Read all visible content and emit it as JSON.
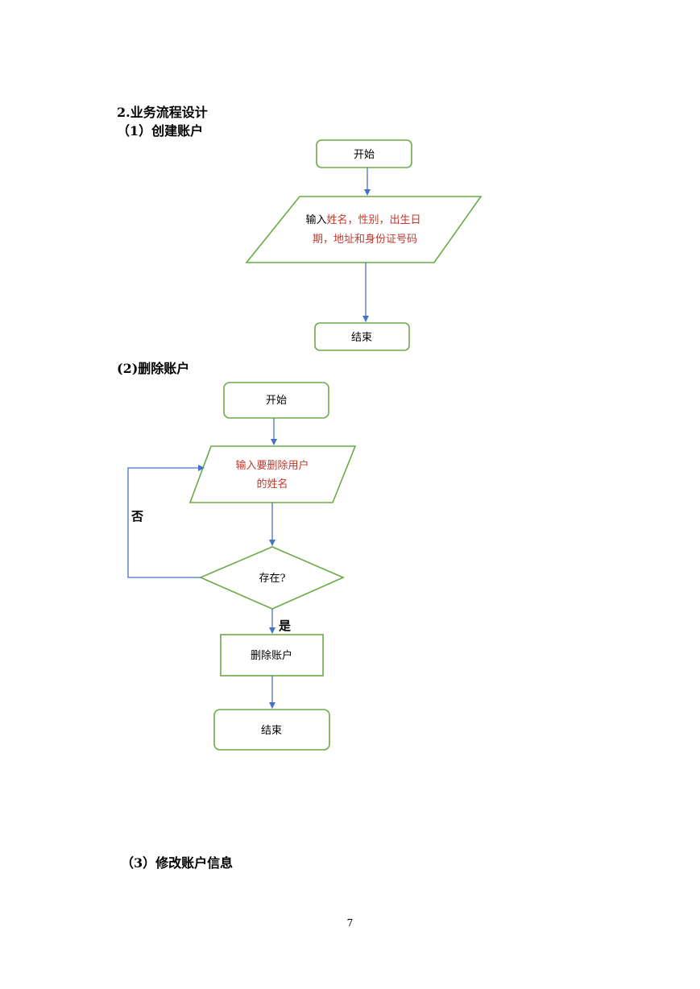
{
  "headings": {
    "section": "2.业务流程设计",
    "sub1": "（1）创建账户",
    "sub2": "(2)删除账户",
    "sub3": "（3）修改账户信息"
  },
  "flow1": {
    "start": "开始",
    "input_prefix": "输入",
    "input_line1_rest": "姓名，性别，出生日",
    "input_line2": "期，地址和身份证号码",
    "end": "结束"
  },
  "flow2": {
    "start": "开始",
    "input_line1": "输入要删除用户",
    "input_line2": "的姓名",
    "decision": "存在?",
    "no_label": "否",
    "yes_label": "是",
    "action": "删除账户",
    "end": "结束"
  },
  "colors": {
    "node_border": "#6aab45",
    "arrow": "#4472c4",
    "highlight_text": "#c0392b"
  },
  "page_number": "7"
}
